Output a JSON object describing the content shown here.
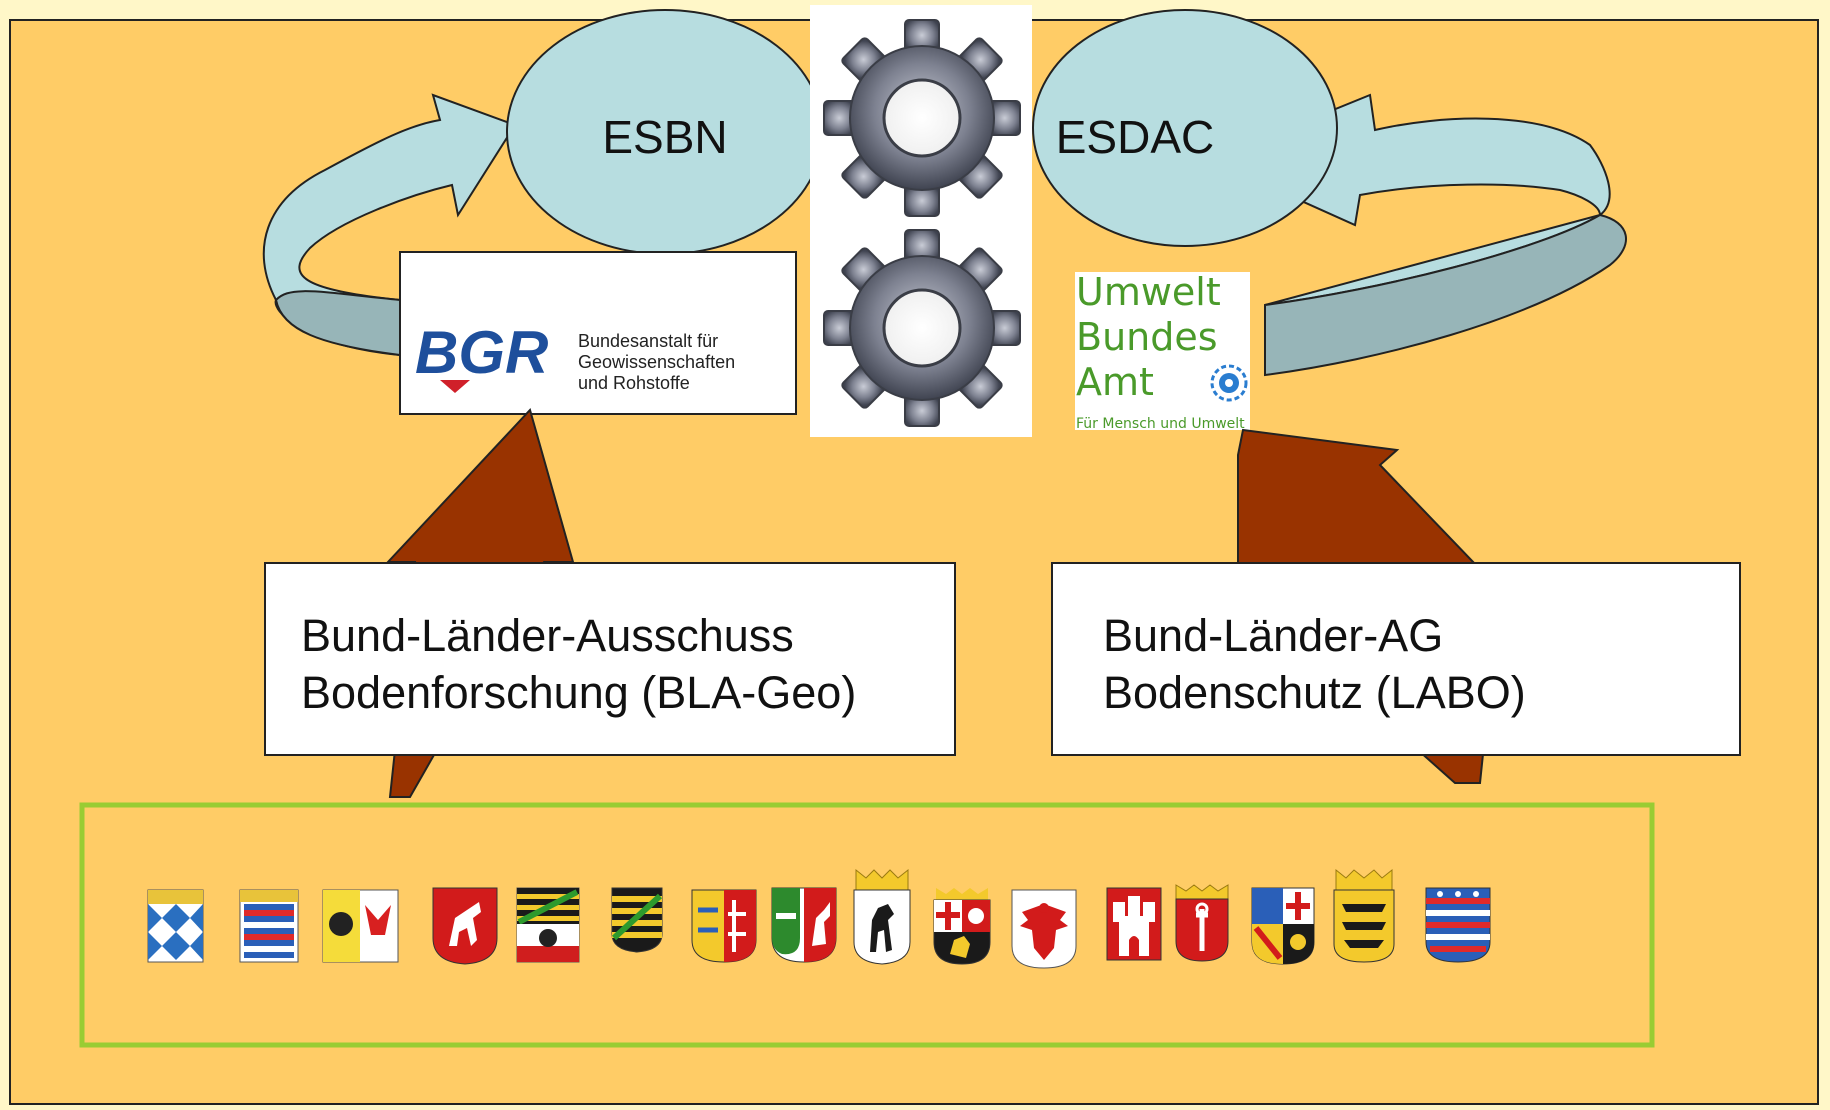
{
  "diagram": {
    "nodes": {
      "esbn": {
        "label": "ESBN"
      },
      "esdac": {
        "label": "ESDAC"
      },
      "bgr_logo": {
        "abbrev": "BGR",
        "line1": "Bundesanstalt für",
        "line2": "Geowissenschaften",
        "line3": "und Rohstoffe"
      },
      "uba_logo": {
        "line1": "Umwelt",
        "line2": "Bundes",
        "line3": "Amt",
        "tagline": "Für Mensch und Umwelt"
      },
      "bla_geo": {
        "line1": "Bund-Länder-Ausschuss",
        "line2": "Bodenforschung (BLA-Geo)"
      },
      "labo": {
        "line1": "Bund-Länder-AG",
        "line2": "Bodenschutz (LABO)"
      }
    },
    "icons": [
      "gear-icon",
      "gear-icon"
    ],
    "state_coats_of_arms": [
      "bavaria-coat-of-arms-icon",
      "hesse-coat-of-arms-icon",
      "mecklenburg-vorpommern-coat-of-arms-icon",
      "lower-saxony-coat-of-arms-icon",
      "saxony-anhalt-coat-of-arms-icon",
      "saxony-coat-of-arms-icon",
      "schleswig-holstein-coat-of-arms-icon",
      "north-rhine-westphalia-coat-of-arms-icon",
      "berlin-coat-of-arms-icon",
      "rhineland-palatinate-coat-of-arms-icon",
      "brandenburg-coat-of-arms-icon",
      "hamburg-coat-of-arms-icon",
      "bremen-coat-of-arms-icon",
      "saarland-coat-of-arms-icon",
      "baden-wuerttemberg-coat-of-arms-icon",
      "thuringia-coat-of-arms-icon"
    ],
    "colors": {
      "page_background": "#fff7c8",
      "panel_background": "#ffcc66",
      "ellipse_fill": "#b7dde0",
      "cycle_arrow_fill": "#b7dde0",
      "cycle_arrow_shade": "#97b5b8",
      "up_arrow_fill": "#993300",
      "states_border": "#99cc33",
      "uba_green": "#4a9a2a",
      "bgr_blue": "#1e4f9c",
      "bgr_red": "#d0202a"
    }
  }
}
